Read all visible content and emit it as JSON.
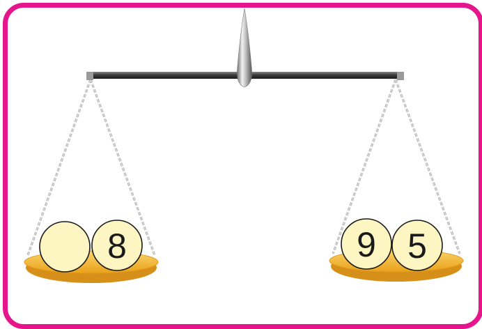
{
  "colors": {
    "frame": "#e6158c",
    "pan": "#f7b733",
    "ball_fill": "#fdf6c3",
    "chain": "#b8b8b8"
  },
  "puzzle": {
    "left_pan": {
      "balls": [
        {
          "label": "",
          "state": "empty"
        },
        {
          "label": "8",
          "state": "filled"
        }
      ]
    },
    "right_pan": {
      "balls": [
        {
          "label": "9",
          "state": "filled"
        },
        {
          "label": "5",
          "state": "filled"
        }
      ]
    }
  }
}
